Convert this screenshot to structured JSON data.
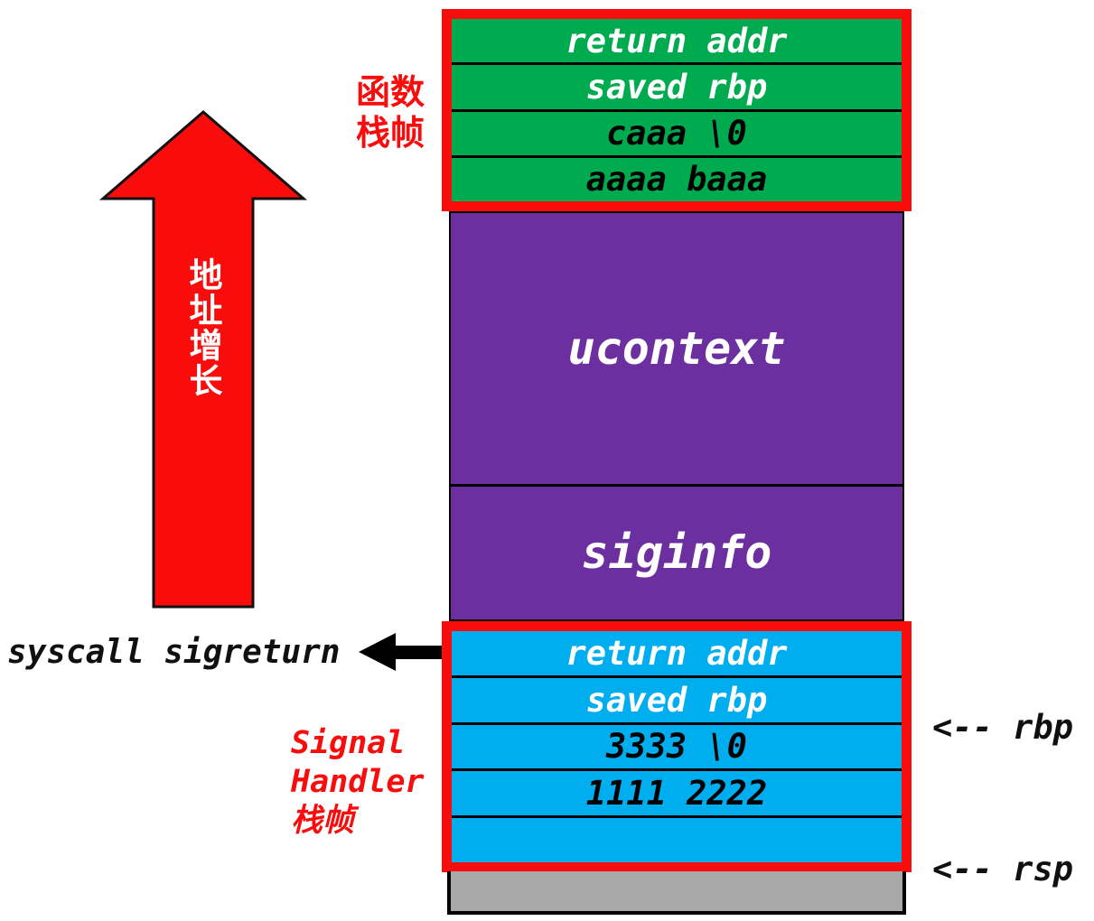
{
  "colors": {
    "red": "#f90c0c",
    "green": "#00ab4f",
    "purple": "#6c2fa0",
    "blue": "#00aeef",
    "gray": "#a8a8a8",
    "black": "#000000",
    "white": "#ffffff"
  },
  "address_growth": {
    "label": "地址增长"
  },
  "function_frame": {
    "label": "函数\n栈帧",
    "rows": [
      "return addr",
      "saved rbp",
      "caaa \\0",
      "aaaa baaa"
    ]
  },
  "signal_stack": {
    "ucontext": "ucontext",
    "siginfo": "siginfo"
  },
  "handler_frame": {
    "label": "Signal\nHandler\n栈帧",
    "rows": [
      "return addr",
      "saved rbp",
      "3333 \\0",
      "1111 2222",
      ""
    ]
  },
  "annotations": {
    "syscall": "syscall sigreturn",
    "rbp": "<-- rbp",
    "rsp": "<-- rsp"
  }
}
